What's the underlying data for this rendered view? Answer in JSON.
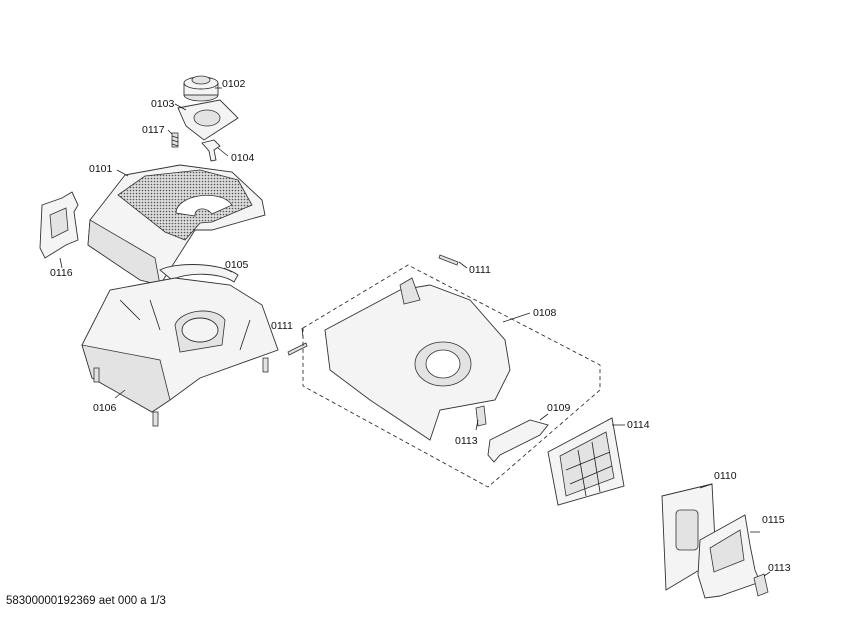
{
  "part_labels": {
    "p0101": "0101",
    "p0102": "0102",
    "p0103": "0103",
    "p0104": "0104",
    "p0105": "0105",
    "p0106": "0106",
    "p0108": "0108",
    "p0109": "0109",
    "p0110": "0110",
    "p0111a": "0111",
    "p0111b": "0111",
    "p0113a": "0113",
    "p0113b": "0113",
    "p0114": "0114",
    "p0115": "0115",
    "p0116": "0116",
    "p0117": "0117"
  },
  "footer": "58300000192369 aet 000 a 1/3"
}
